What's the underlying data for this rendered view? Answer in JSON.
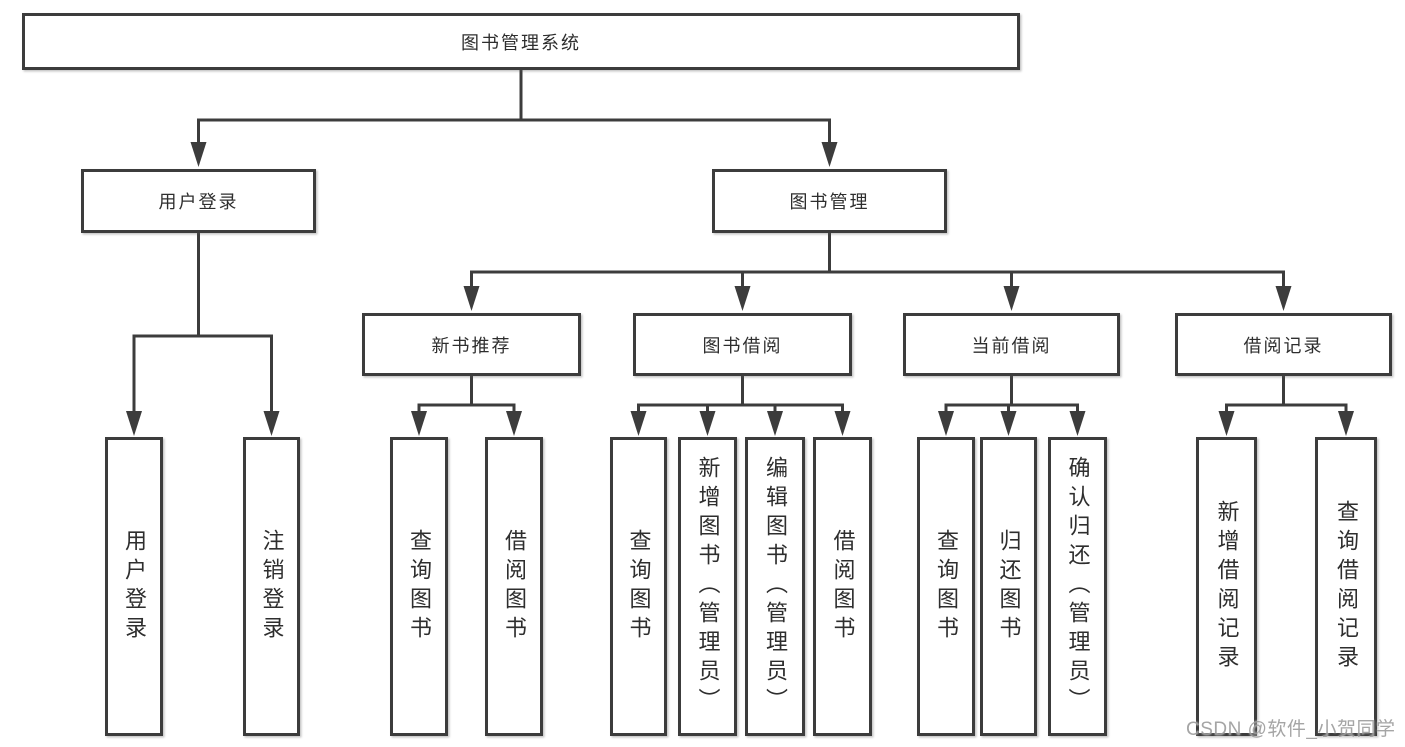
{
  "diagram": {
    "root": {
      "label": "图书管理系统"
    },
    "branches": [
      {
        "label": "用户登录",
        "leaves": [
          "用户登录",
          "注销登录"
        ]
      },
      {
        "label": "图书管理",
        "groups": [
          {
            "label": "新书推荐",
            "leaves": [
              "查询图书",
              "借阅图书"
            ]
          },
          {
            "label": "图书借阅",
            "leaves": [
              "查询图书",
              "新增图书（管理员）",
              "编辑图书（管理员）",
              "借阅图书"
            ]
          },
          {
            "label": "当前借阅",
            "leaves": [
              "查询图书",
              "归还图书",
              "确认归还（管理员）"
            ]
          },
          {
            "label": "借阅记录",
            "leaves": [
              "新增借阅记录",
              "查询借阅记录"
            ]
          }
        ]
      }
    ]
  },
  "watermark": {
    "text": "CSDN @软件_小贺同学"
  },
  "colors": {
    "line": "#3c3c3c",
    "box_border": "#3c3c3c",
    "text": "#2e2e2e",
    "background": "#ffffff",
    "watermark": "#989898"
  }
}
